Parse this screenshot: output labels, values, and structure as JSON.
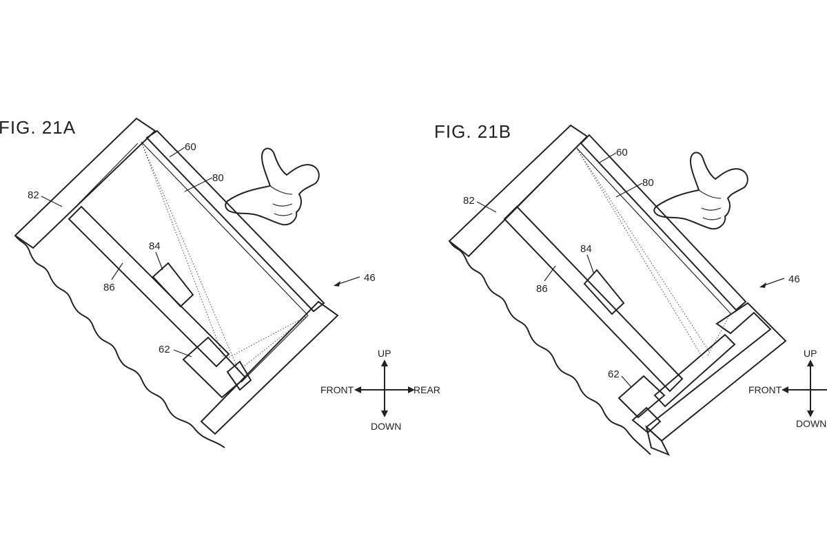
{
  "figures": [
    {
      "id": "21A",
      "title": "FIG. 21A",
      "labels": {
        "l60": "60",
        "l80": "80",
        "l82": "82",
        "l84": "84",
        "l86": "86",
        "l62": "62",
        "l46": "46"
      },
      "directions": {
        "up": "UP",
        "down": "DOWN",
        "front": "FRONT",
        "rear": "REAR"
      }
    },
    {
      "id": "21B",
      "title": "FIG. 21B",
      "labels": {
        "l60": "60",
        "l80": "80",
        "l82": "82",
        "l84": "84",
        "l86": "86",
        "l62": "62",
        "l46": "46"
      },
      "directions": {
        "up": "UP",
        "down": "DOWN",
        "front": "FRONT"
      }
    }
  ]
}
